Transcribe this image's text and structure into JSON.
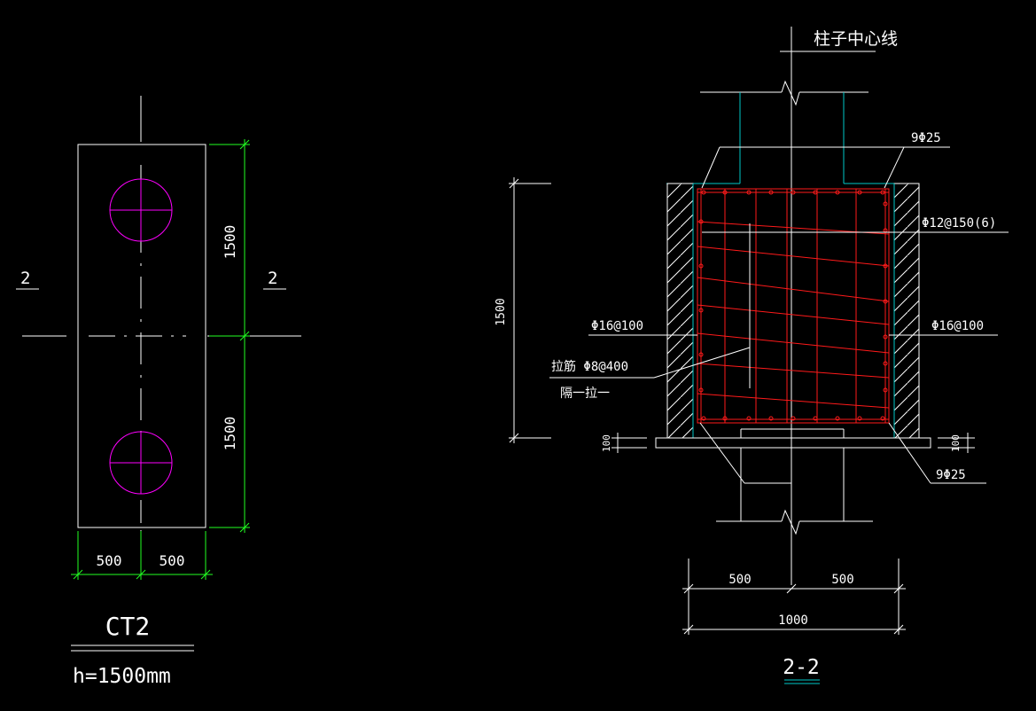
{
  "colors": {
    "background": "#000000",
    "line": "#ffffff",
    "dimension": "#22ff22",
    "wall": "#00c8c8",
    "pile": "#ff00ff",
    "rebar": "#ff1a1a"
  },
  "plan": {
    "section_mark_left": "2",
    "section_mark_right": "2",
    "dim_upper": "1500",
    "dim_lower": "1500",
    "dim_bottom_left": "500",
    "dim_bottom_right": "500",
    "title": "CT2",
    "height_note": "h=1500mm"
  },
  "section": {
    "centerline_label": "柱子中心线",
    "top_bar_label": "9Φ25",
    "stirrup_label": "Φ12@150(6)",
    "side_bar_left": "Φ16@100",
    "side_bar_right": "Φ16@100",
    "tie_bar_label": "拉筋 Φ8@400",
    "tie_bar_note": "隔一拉一",
    "dim_height": "1500",
    "dim_base_left": "100",
    "dim_base_right": "100",
    "bottom_bar_label": "9Φ25",
    "dim_width_left": "500",
    "dim_width_right": "500",
    "dim_total": "1000",
    "title": "2-2"
  }
}
